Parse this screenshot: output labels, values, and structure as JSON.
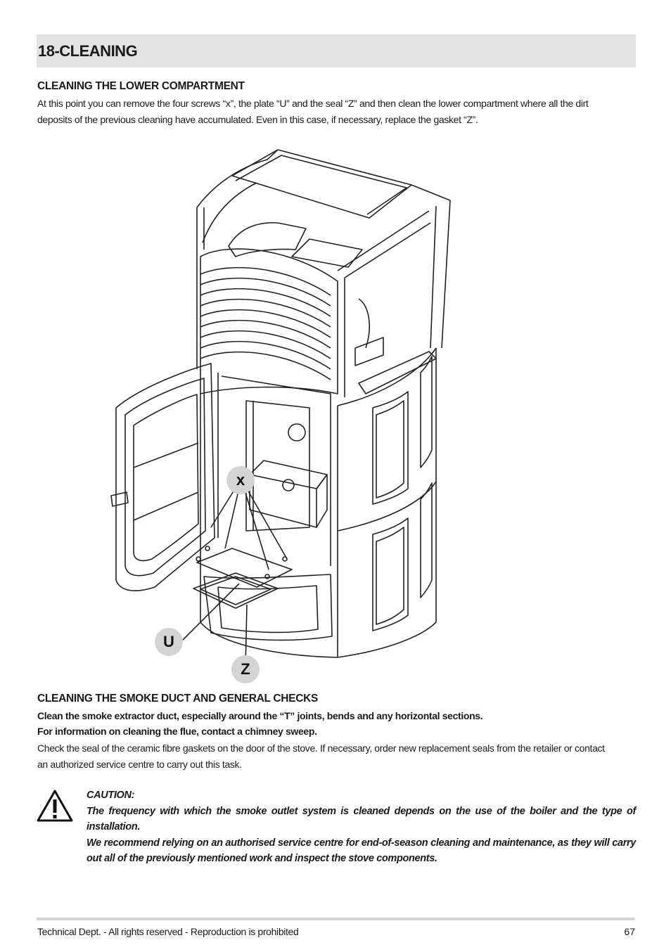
{
  "section": {
    "title": "18-CLEANING"
  },
  "lower_compartment": {
    "heading": "CLEANING THE LOWER COMPARTMENT",
    "text_line1": "At this point you can remove the four screws “x”, the plate “U” and the seal “Z” and then clean the lower compartment where all the dirt",
    "text_line2": "deposits of the previous cleaning  have accumulated. Even in this case, if necessary, replace the gasket “Z”."
  },
  "figure": {
    "callouts": {
      "x": "x",
      "u": "U",
      "z": "Z"
    }
  },
  "smoke_duct": {
    "heading": "CLEANING THE SMOKE DUCT AND GENERAL CHECKS",
    "bold_line1": "Clean the smoke extractor duct, especially around the “T” joints, bends and any horizontal sections.",
    "bold_line2": "For information on cleaning the flue, contact a chimney sweep.",
    "text_line1": "Check the seal of the ceramic fibre gaskets on the door of the stove. If necessary, order new replacement seals from the retailer or contact",
    "text_line2": "an authorized service centre to carry out this task."
  },
  "caution": {
    "icon": "warning-triangle-icon",
    "title": "CAUTION:",
    "paragraph1": "The frequency with which the smoke outlet system is cleaned depends on the use of the boiler and the type of installation.",
    "paragraph2": "We recommend relying on an authorised service centre for end-of-season cleaning and maintenance, as they will carry out all of the previously mentioned work and inspect the stove components."
  },
  "footer": {
    "left": "Technical Dept. - All rights reserved - Reproduction is prohibited",
    "page_number": "67"
  }
}
